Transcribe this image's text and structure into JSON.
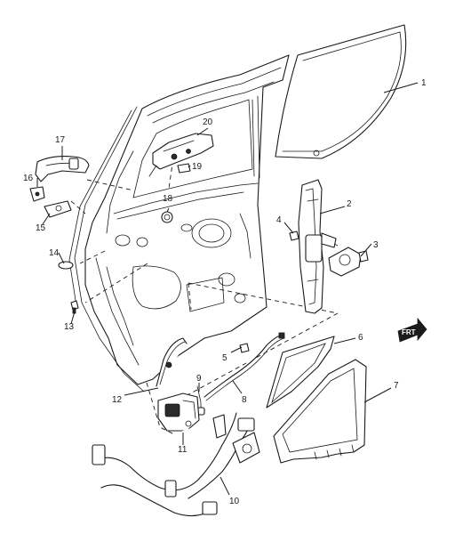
{
  "callouts": [
    {
      "id": "1",
      "label": "1"
    },
    {
      "id": "2",
      "label": "2"
    },
    {
      "id": "3",
      "label": "3"
    },
    {
      "id": "4",
      "label": "4"
    },
    {
      "id": "5",
      "label": "5"
    },
    {
      "id": "6",
      "label": "6"
    },
    {
      "id": "7",
      "label": "7"
    },
    {
      "id": "8",
      "label": "8"
    },
    {
      "id": "9",
      "label": "9"
    },
    {
      "id": "10",
      "label": "10"
    },
    {
      "id": "11",
      "label": "11"
    },
    {
      "id": "12",
      "label": "12"
    },
    {
      "id": "13",
      "label": "13"
    },
    {
      "id": "14",
      "label": "14"
    },
    {
      "id": "15",
      "label": "15"
    },
    {
      "id": "16",
      "label": "16"
    },
    {
      "id": "17",
      "label": "17"
    },
    {
      "id": "18",
      "label": "18"
    },
    {
      "id": "19",
      "label": "19"
    },
    {
      "id": "20",
      "label": "20"
    }
  ],
  "forward_arrow": {
    "label": "FRT",
    "icon": "forward-arrow-icon"
  }
}
